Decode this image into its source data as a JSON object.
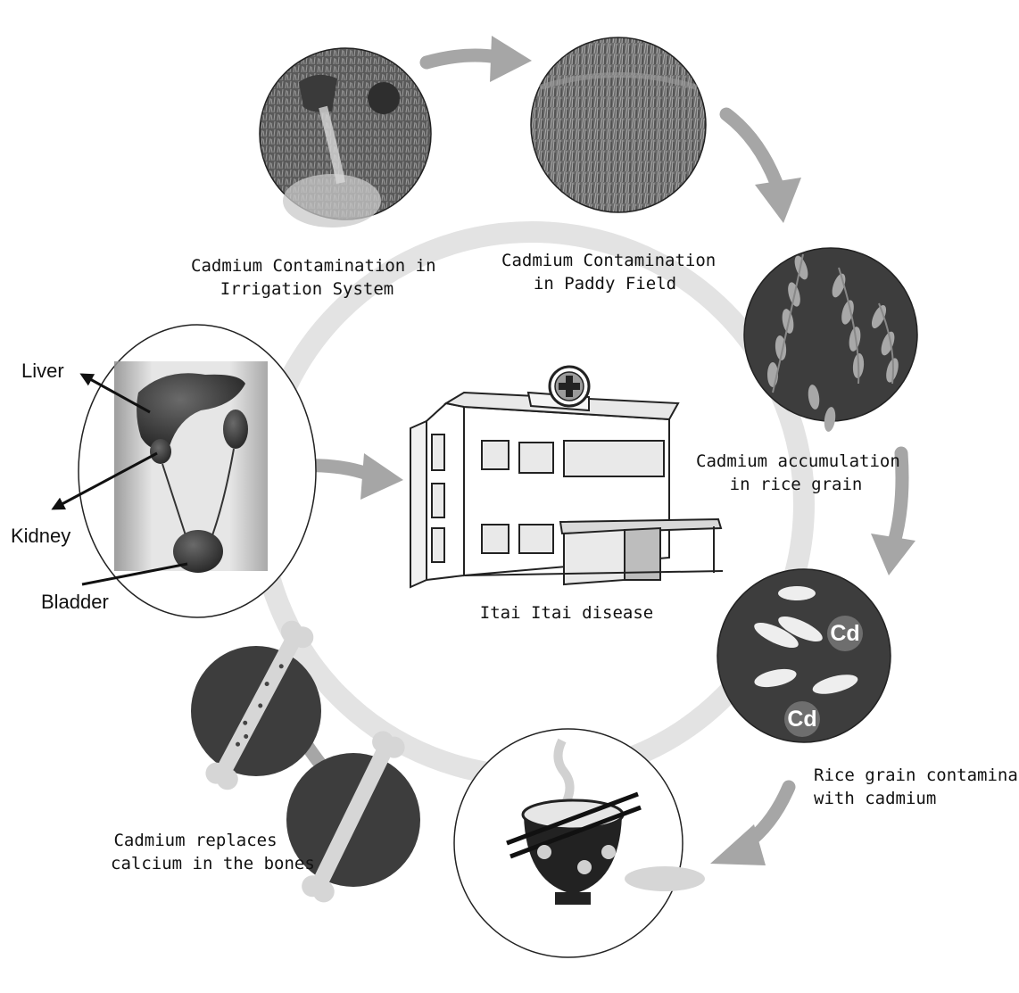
{
  "labels": {
    "irrigation": [
      "Cadmium Contamination in",
      "Irrigation System"
    ],
    "paddy": [
      "Cadmium Contamination",
      "in Paddy Field"
    ],
    "accumulation": [
      "Cadmium accumulation",
      "in rice grain"
    ],
    "contaminated": [
      "Rice grain contaminated",
      "with cadmium"
    ],
    "bones": [
      "Cadmium replaces",
      "calcium in the bones"
    ],
    "disease": "Itai Itai disease"
  },
  "organs": {
    "liver": "Liver",
    "kidney": "Kidney",
    "bladder": "Bladder"
  },
  "cd_symbol": "Cd",
  "icons": [
    "drain-pipe-photo",
    "paddy-field-photo",
    "rice-panicle-photo",
    "rice-grains-cd",
    "rice-bowl-chopsticks",
    "bone-icon",
    "organ-diagram",
    "hospital-building",
    "cross-icon"
  ],
  "colors": {
    "arrow": "#a6a6a6",
    "ring": "#e3e3e3",
    "dark_circle": "#3d3d3d",
    "grain": "#eeeeee",
    "cd_dot": "#6e6e6e"
  }
}
